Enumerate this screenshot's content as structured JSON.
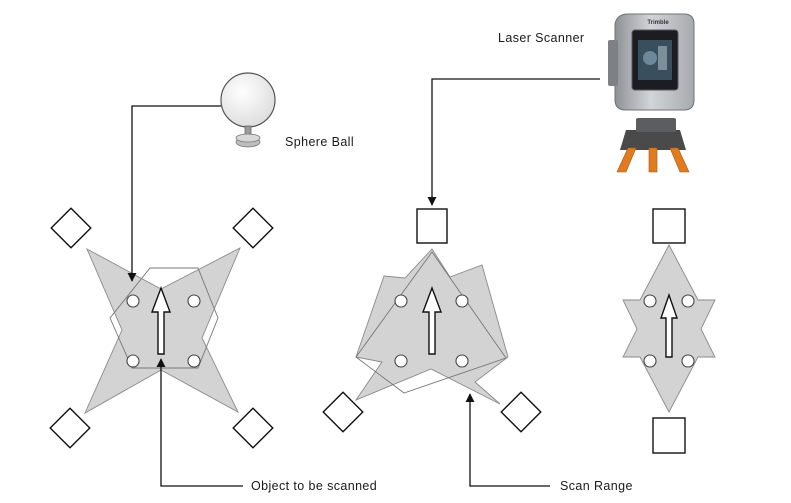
{
  "labels": {
    "laser_scanner": "Laser Scanner",
    "sphere_ball": "Sphere Ball",
    "object_to_be_scanned": "Object to be scanned",
    "scan_range": "Scan Range",
    "scanner_brand": "Trimble"
  },
  "colors": {
    "scan_range_fill": "#d3d3d3",
    "scanner_body": "#b9bcbf",
    "tripod": "#e07b1e",
    "line": "#111111"
  }
}
